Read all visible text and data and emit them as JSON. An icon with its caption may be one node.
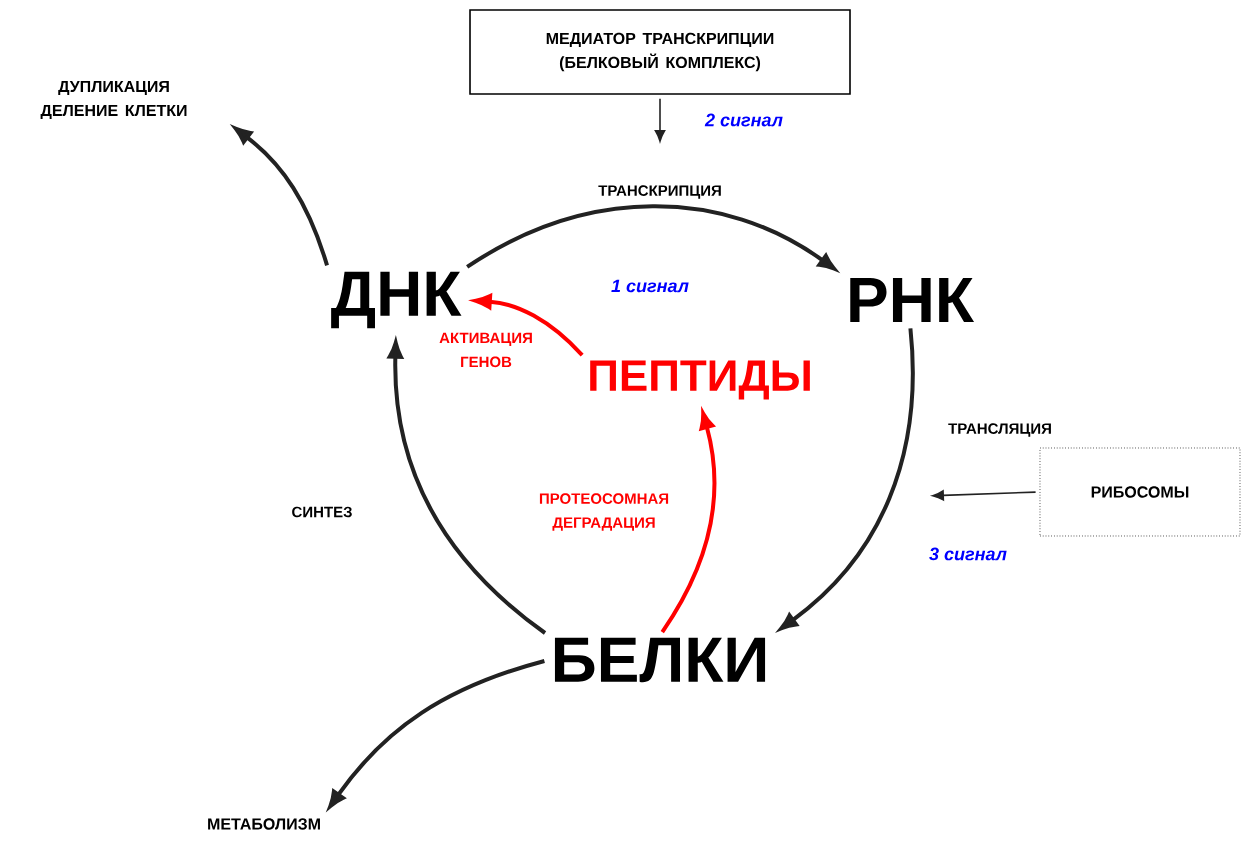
{
  "diagram": {
    "nodes": [
      {
        "text": [
          "МЕДИАТОР ТРАНСКРИПЦИИ (БЕЛКОВЫЙ КОМПЛЕКС)"
        ]
      },
      {
        "text": [
          "ДУПЛИКАЦИЯ ДЕЛЕНИЕ КЛЕТКИ"
        ]
      },
      {
        "text": [
          "ДНК"
        ]
      },
      {
        "text": [
          "РНК"
        ]
      },
      {
        "text": [
          "ПЕПТИДЫ"
        ]
      },
      {
        "text": [
          "РИБОСОМЫ"
        ]
      },
      {
        "text": [
          "БЕЛКИ"
        ]
      },
      {
        "text": [
          "МЕТАБОЛИЗМ"
        ]
      }
    ],
    "edges": [
      {
        "from": 2,
        "to": 1,
        "arrow": "to"
      },
      {
        "from": 2,
        "to": 3,
        "arrow": "to",
        "label": "ТРАНСКРИПЦИЯ"
      },
      {
        "from": 3,
        "to": 6,
        "arrow": "to",
        "label": "ТРАНСЛЯЦИЯ"
      },
      {
        "from": 6,
        "to": 2,
        "arrow": "to",
        "label": "СИНТЕЗ"
      },
      {
        "from": 6,
        "to": 4,
        "arrow": "to",
        "label": "ПРОТЕОСОМНАЯ ДЕГРАДАЦИЯ",
        "color": "#ff0000"
      },
      {
        "from": 4,
        "to": 2,
        "arrow": "to",
        "label": "1 сигнал",
        "color": "#ff0000"
      },
      {
        "from": 6,
        "to": 7,
        "arrow": "to"
      },
      {
        "from": 0,
        "to": null,
        "arrow": "to",
        "label": "2 сигнал"
      },
      {
        "from": 5,
        "to": null,
        "arrow": "to",
        "label": "3 сигнал"
      }
    ],
    "labels": [
      "АКТИВАЦИЯ ГЕНОВ"
    ]
  }
}
